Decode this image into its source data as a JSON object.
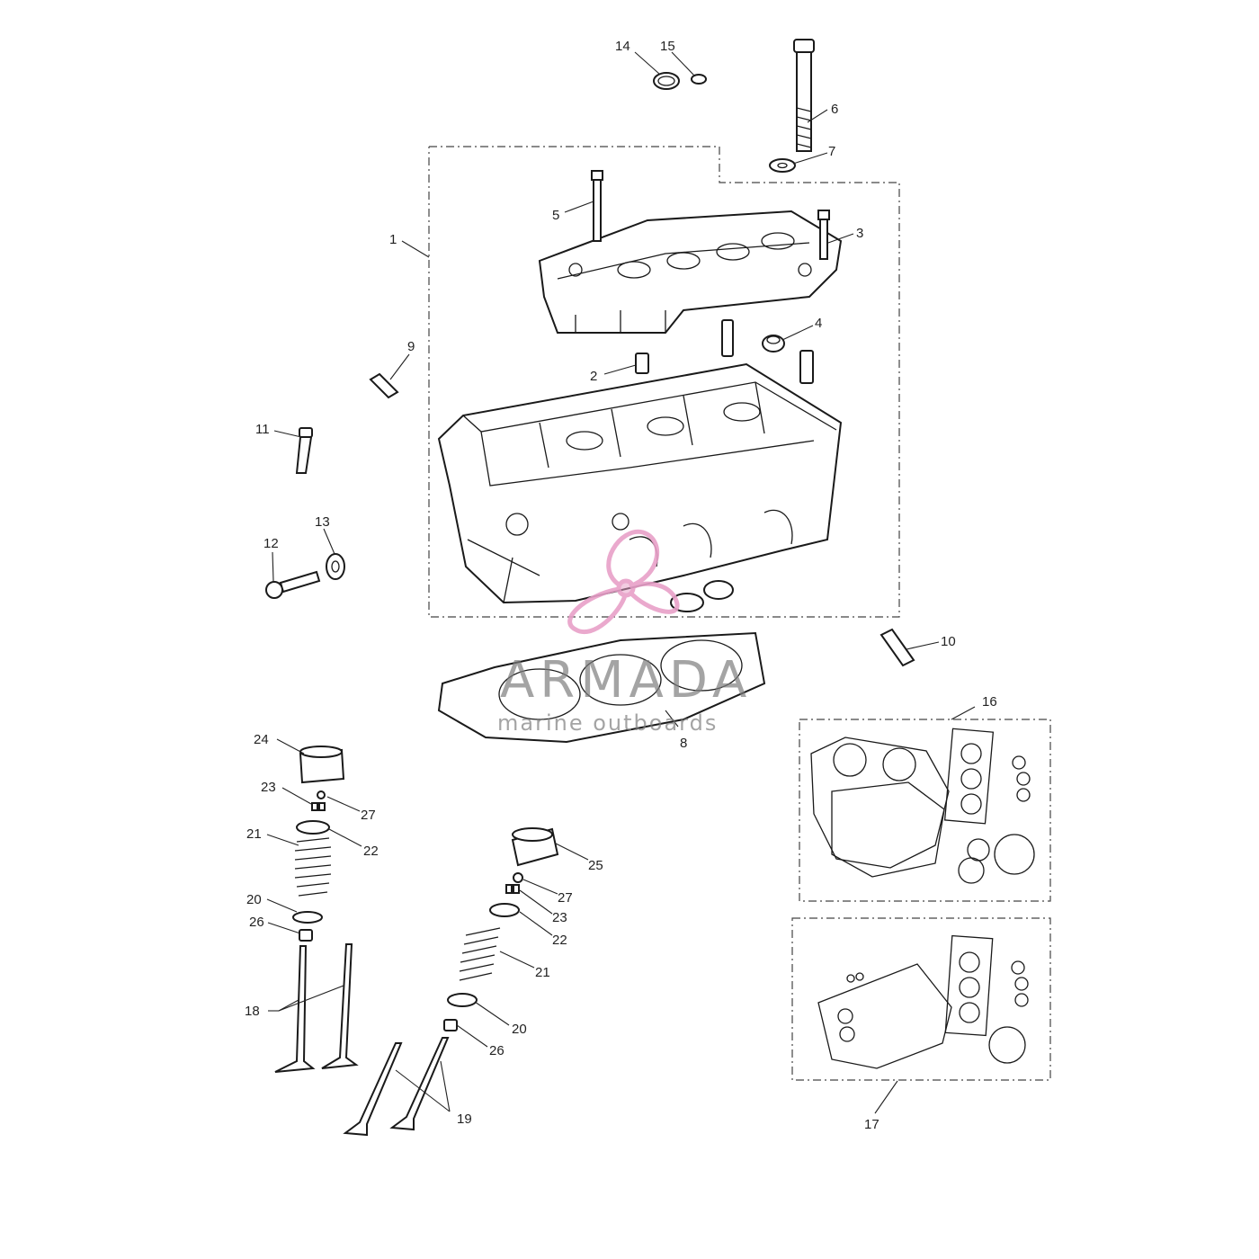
{
  "watermark": {
    "brand": "ARMADA",
    "tagline": "marine outboards",
    "brand_color": "#e8a0c8"
  },
  "callouts": [
    "1",
    "2",
    "3",
    "4",
    "5",
    "6",
    "7",
    "8",
    "9",
    "10",
    "11",
    "12",
    "13",
    "14",
    "15",
    "16",
    "17",
    "18",
    "19",
    "20",
    "20",
    "21",
    "21",
    "22",
    "22",
    "23",
    "23",
    "24",
    "25",
    "26",
    "26",
    "27",
    "27"
  ]
}
